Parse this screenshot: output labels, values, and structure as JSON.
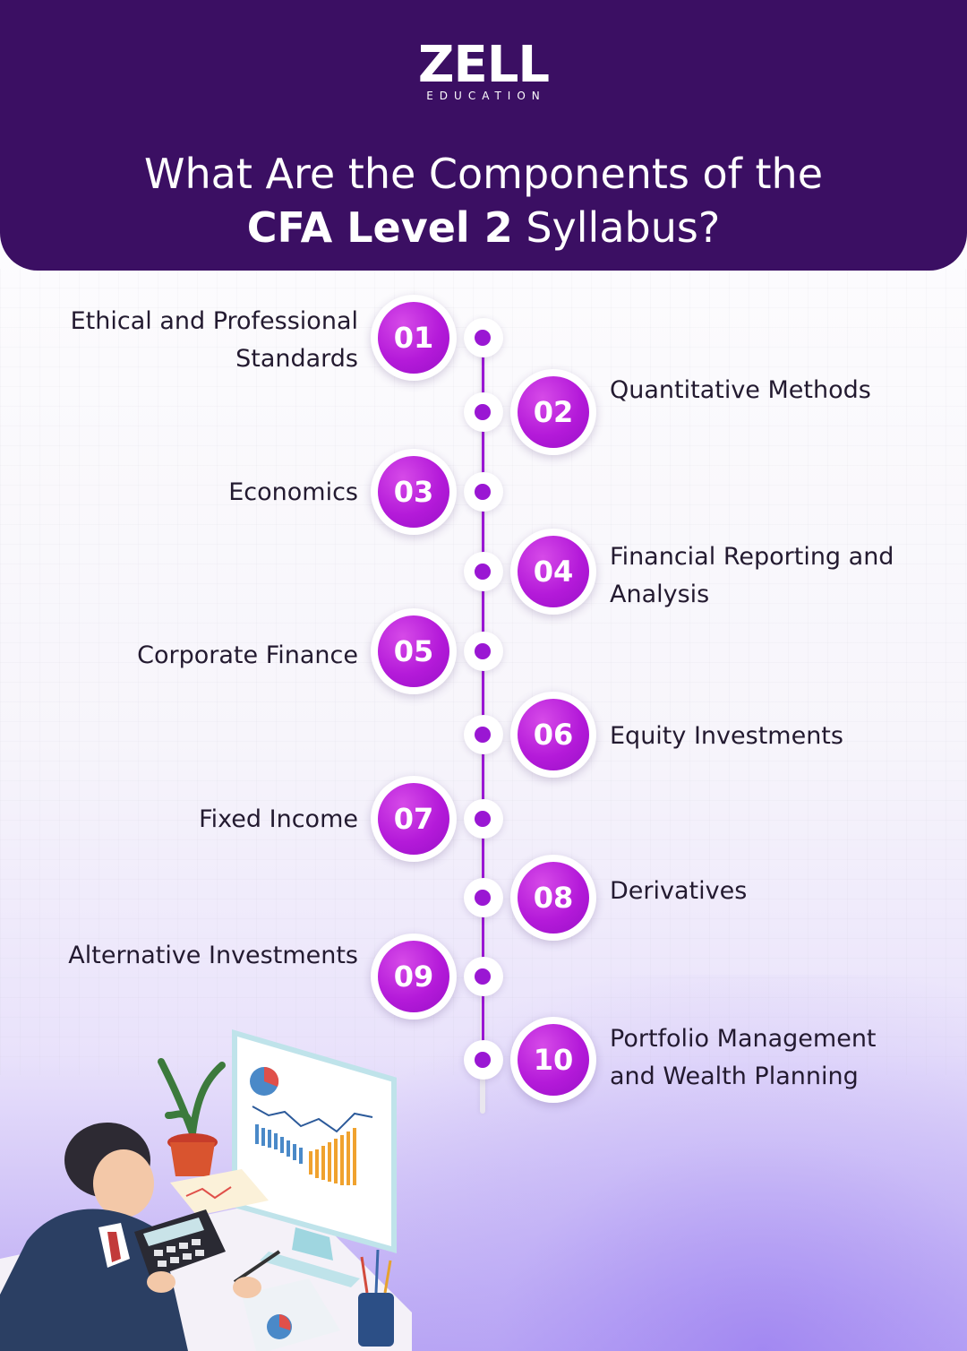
{
  "logo": {
    "word": "ZELL",
    "sub": "EDUCATION"
  },
  "title": {
    "line1": "What Are the Components of the",
    "line2_bold": "CFA Level 2",
    "line2_rest": " Syllabus?"
  },
  "items": [
    {
      "num": "01",
      "label": "Ethical and Professional Standards"
    },
    {
      "num": "02",
      "label": "Quantitative Methods"
    },
    {
      "num": "03",
      "label": "Economics"
    },
    {
      "num": "04",
      "label": "Financial Reporting and Analysis"
    },
    {
      "num": "05",
      "label": "Corporate Finance"
    },
    {
      "num": "06",
      "label": "Equity Investments"
    },
    {
      "num": "07",
      "label": "Fixed Income"
    },
    {
      "num": "08",
      "label": "Derivatives"
    },
    {
      "num": "09",
      "label": "Alternative Investments"
    },
    {
      "num": "10",
      "label": "Portfolio Management and Wealth Planning"
    }
  ],
  "colors": {
    "header": "#3b0f63",
    "accent": "#9a17d3",
    "badge": "#b41ad9"
  },
  "icons": {
    "illustration": "analyst-at-desk-illustration"
  }
}
